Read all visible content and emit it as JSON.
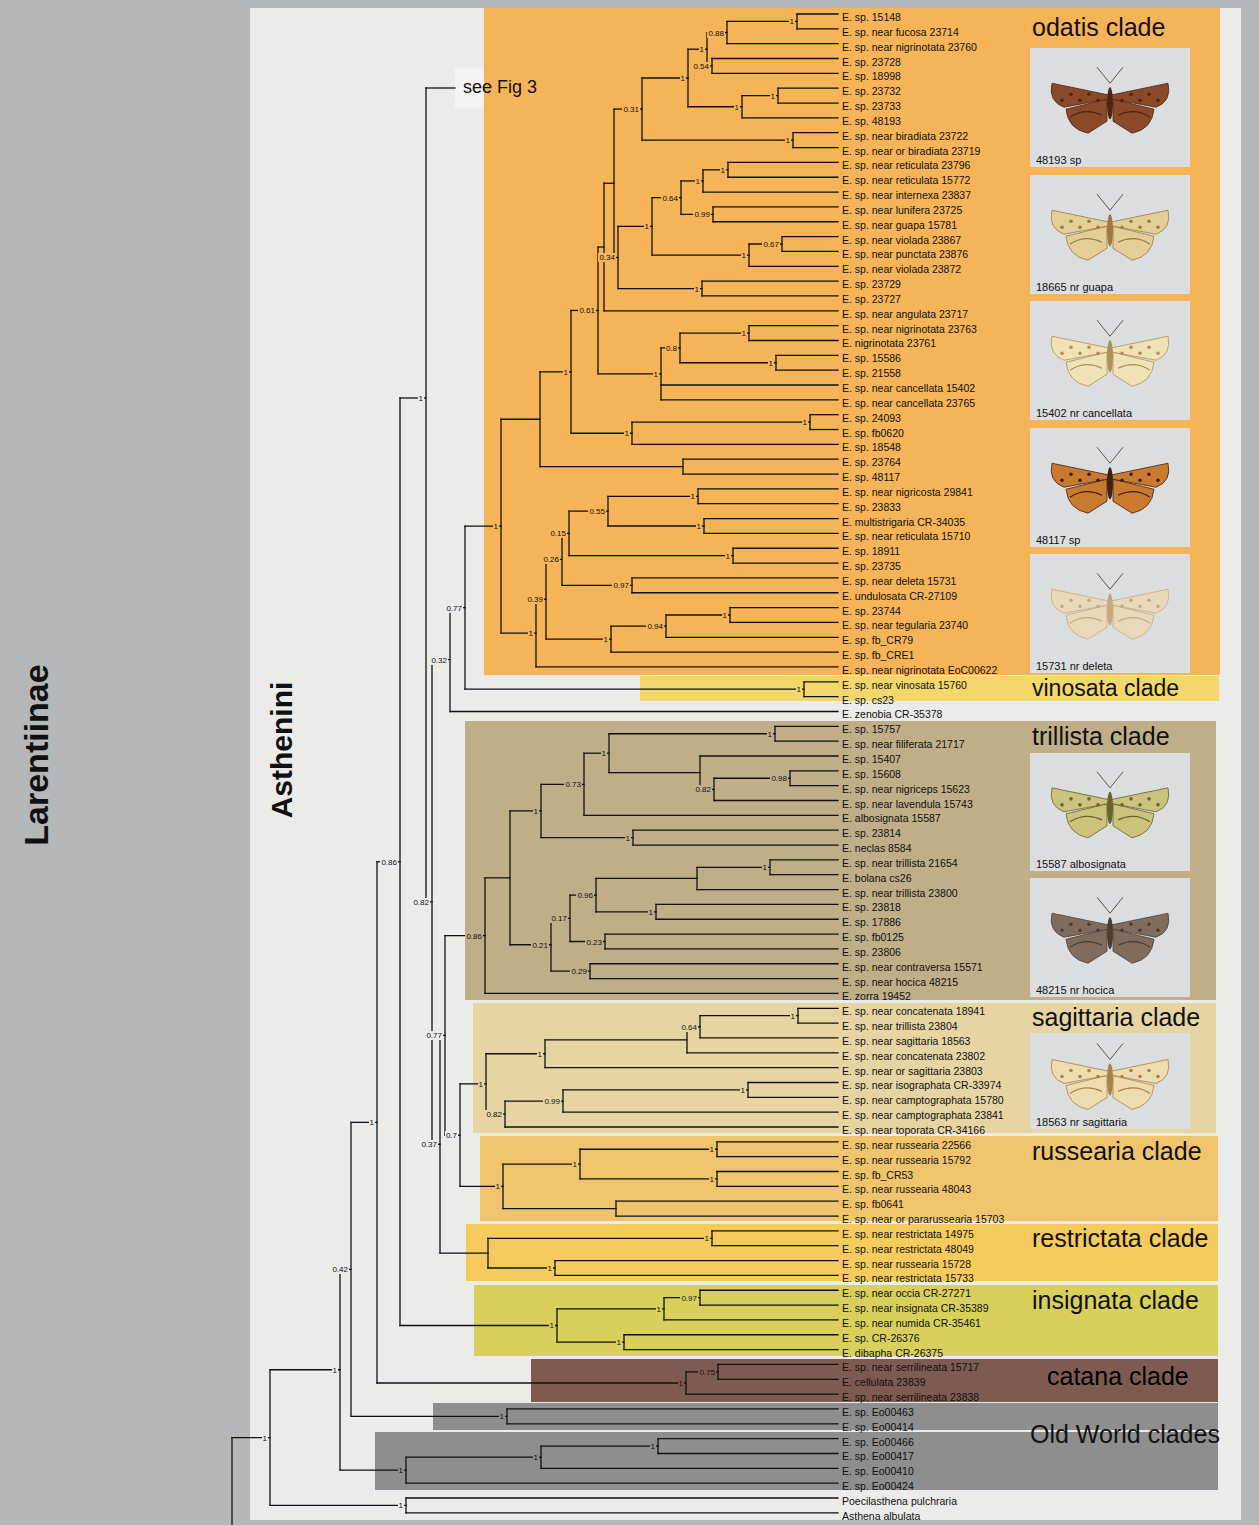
{
  "diagram": {
    "nodes": [
      {
        "text": [
          "Larentiinae"
        ]
      },
      {
        "text": [
          "Asthenini"
        ],
        "in": 0
      },
      {
        "text": [
          "see Fig 3"
        ],
        "in": 1
      },
      {
        "text": [
          "odatis clade"
        ],
        "in": 1
      },
      {
        "text": [
          "48193 sp"
        ],
        "in": 3
      },
      {
        "text": [
          "18665 nr guapa"
        ],
        "in": 3
      },
      {
        "text": [
          "15402 nr cancellata"
        ],
        "in": 3
      },
      {
        "text": [
          "48117 sp"
        ],
        "in": 3
      },
      {
        "text": [
          "15731 nr deleta"
        ],
        "in": 3
      },
      {
        "text": [
          "vinosata clade"
        ],
        "in": 1
      },
      {
        "text": [
          "trillista clade"
        ],
        "in": 1
      },
      {
        "text": [
          "15587 albosignata"
        ],
        "in": 10
      },
      {
        "text": [
          "48215 nr hocica"
        ],
        "in": 10
      },
      {
        "text": [
          "sagittaria clade"
        ],
        "in": 1
      },
      {
        "text": [
          "18563 nr sagittaria"
        ],
        "in": 13
      },
      {
        "text": [
          "russearia clade"
        ],
        "in": 1
      },
      {
        "text": [
          "restrictata clade"
        ],
        "in": 1
      },
      {
        "text": [
          "insignata clade"
        ],
        "in": 1
      },
      {
        "text": [
          "catana clade"
        ],
        "in": 1
      },
      {
        "text": [
          "Old World clades"
        ],
        "in": 1
      }
    ],
    "labels": [
      "E. sp. 15148",
      "E. sp. near fucosa 23714",
      "E. sp. near nigrinotata 23760",
      "E. sp. 23728",
      "E. sp. 18998",
      "E. sp. 23732",
      "E. sp. 23733",
      "E. sp. 48193",
      "E. sp. near biradiata 23722",
      "E. sp. near or biradiata 23719",
      "E. sp. near reticulata 23796",
      "E. sp. near reticulata 15772",
      "E. sp. near internexa 23837",
      "E. sp. near lunifera 23725",
      "E. sp. near guapa 15781",
      "E. sp. near violada 23867",
      "E. sp. near punctata 23876",
      "E. sp. near violada 23872",
      "E. sp. 23729",
      "E. sp. 23727",
      "E. sp. near angulata 23717",
      "E. sp. near nigrinotata 23763",
      "E. nigrinotata 23761",
      "E. sp. 15586",
      "E. sp. 21558",
      "E. sp. near cancellata 15402",
      "E. sp. near cancellata 23765",
      "E. sp. 24093",
      "E. sp. fb0620",
      "E. sp. 18548",
      "E. sp. 23764",
      "E. sp. 48117",
      "E. sp. near nigricosta 29841",
      "E. sp. 23833",
      "E. multistrigaria CR-34035",
      "E. sp. near reticulata 15710",
      "E. sp. 18911",
      "E. sp. 23735",
      "E. sp. near deleta 15731",
      "E. undulosata CR-27109",
      "E. sp. 23744",
      "E. sp. near tegularia 23740",
      "E. sp. fb_CR79",
      "E. sp. fb_CRE1",
      "E. sp. near nigrinotata EoC00622",
      "E. sp. near vinosata 15760",
      "E. sp. cs23",
      "E. zenobia CR-35378",
      "E. sp. 15757",
      "E. sp. near filiferata 21717",
      "E. sp. 15407",
      "E. sp. 15608",
      "E. sp. near nigriceps 15623",
      "E. sp. near lavendula 15743",
      "E. albosignata 15587",
      "E. sp. 23814",
      "E. neclas 8584",
      "E. sp. near trillista 21654",
      "E. bolana cs26",
      "E. sp. near trillista 23800",
      "E. sp. 23818",
      "E. sp. 17886",
      "E. sp. fb0125",
      "E. sp. 23806",
      "E. sp. near contraversa 15571",
      "E. sp. near hocica 48215",
      "E. zorra 19452",
      "E. sp. near concatenata 18941",
      "E. sp. near trillista 23804",
      "E. sp. near sagittaria 18563",
      "E. sp. near concatenata 23802",
      "E. sp. near or sagittaria 23803",
      "E. sp. near isographata CR-33974",
      "E. sp. near camptographata 15780",
      "E. sp. near camptographata 23841",
      "E. sp. near toporata CR-34166",
      "E. sp. near russearia 22566",
      "E. sp. near russearia 15792",
      "E. sp. fb_CR53",
      "E. sp. near russearia 48043",
      "E. sp. fb0641",
      "E. sp. near or pararussearia 15703",
      "E. sp. near restrictata 14975",
      "E. sp. near restrictata 48049",
      "E. sp. near russearia 15728",
      "E. sp. near restrictata 15733",
      "E. sp. near occia CR-27271",
      "E. sp. near insignata CR-35389",
      "E. sp. near numida CR-35461",
      "E. sp. CR-26376",
      "E. dibapha CR-26375",
      "E. sp. near serrilineata 15717",
      "E. cellulata 23839",
      "E. sp. near serrilineata 23838",
      "E. sp. Eo00463",
      "E. sp. Eo00414",
      "E. sp. Eo00466",
      "E. sp. Eo00417",
      "E. sp. Eo00410",
      "E. sp. Eo00424",
      "Poecilasthena pulchraria",
      "Asthena albulata",
      "1",
      "0.88",
      "0.54",
      "1",
      "1",
      "1",
      "1",
      "1",
      "0.31",
      "1",
      "1",
      "0.99",
      "0.64",
      "0.67",
      "1",
      "1",
      "1",
      "0.34",
      "1",
      "1",
      "0.8",
      "1",
      "0.61",
      "1",
      "1",
      "1",
      "1",
      "1",
      "0.55",
      "1",
      "0.15",
      "0.97",
      "0.26",
      "1",
      "0.94",
      "1",
      "0.39",
      "1",
      "1",
      "1",
      "0.77",
      "0.32",
      "1",
      "0.98",
      "0.82",
      "1",
      "0.73",
      "1",
      "1",
      "1",
      "1",
      "0.96",
      "0.23",
      "0.17",
      "0.29",
      "0.21",
      "0.86",
      "1",
      "0.64",
      "1",
      "1",
      "0.99",
      "0.82",
      "1",
      "1",
      "1",
      "1",
      "1",
      "0.7",
      "0.77",
      "1",
      "1",
      "0.37",
      "0.82",
      "1",
      "0.97",
      "1",
      "1",
      "1",
      "0.86",
      "0.75",
      "1",
      "1",
      "1",
      "0.42",
      "1",
      "1",
      "1",
      "1",
      "1",
      "1"
    ]
  }
}
